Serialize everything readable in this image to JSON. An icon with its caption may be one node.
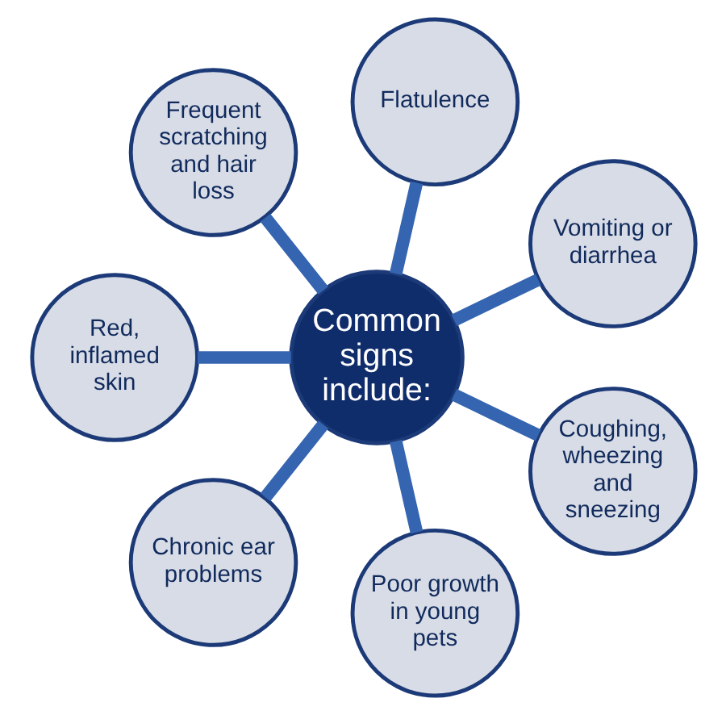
{
  "diagram": {
    "nodes": [
      {
        "text": [
          "Common signs include:"
        ]
      },
      {
        "text": [
          "Vomiting or diarrhea"
        ]
      },
      {
        "text": [
          "Flatulence"
        ]
      },
      {
        "text": [
          "Frequent scratching and hair loss"
        ]
      },
      {
        "text": [
          "Red, inflamed skin"
        ]
      },
      {
        "text": [
          "Chronic ear problems"
        ]
      },
      {
        "text": [
          "Poor growth in young pets"
        ]
      },
      {
        "text": [
          "Coughing, wheezing and sneezing"
        ]
      }
    ],
    "edges": [
      {
        "from": 0,
        "to": 1,
        "arrow": "none"
      },
      {
        "from": 0,
        "to": 2,
        "arrow": "none"
      },
      {
        "from": 0,
        "to": 3,
        "arrow": "none"
      },
      {
        "from": 0,
        "to": 4,
        "arrow": "none"
      },
      {
        "from": 0,
        "to": 5,
        "arrow": "none"
      },
      {
        "from": 0,
        "to": 6,
        "arrow": "none"
      },
      {
        "from": 0,
        "to": 7,
        "arrow": "none"
      }
    ]
  }
}
